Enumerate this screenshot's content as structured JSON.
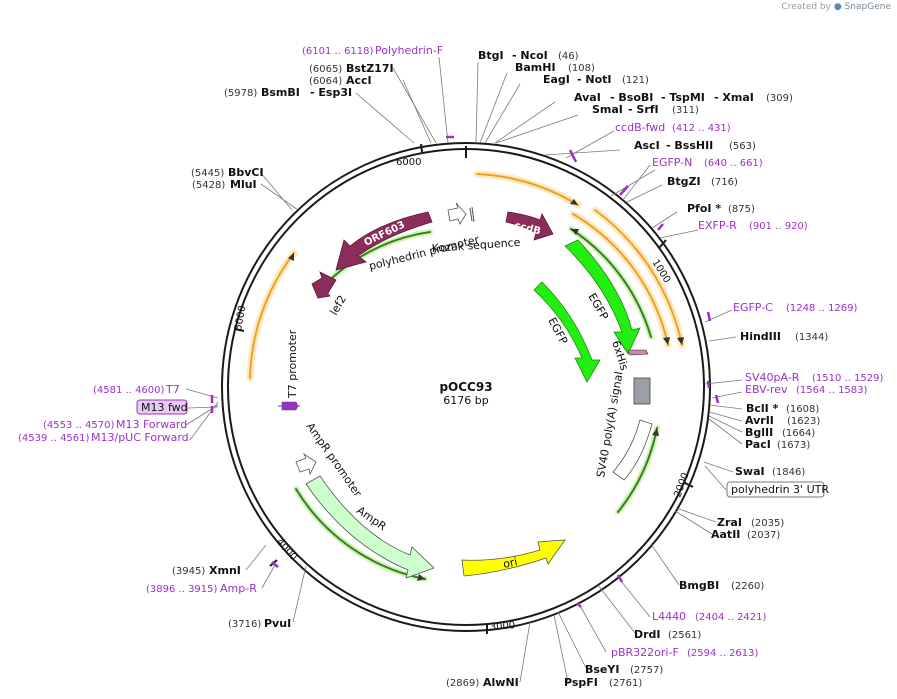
{
  "credit": {
    "prefix": "Created by",
    "brand": "SnapGene"
  },
  "plasmid": {
    "name": "pOCC93",
    "length": "6176 bp"
  },
  "ticks": [
    {
      "label": "1000"
    },
    {
      "label": "2000"
    },
    {
      "label": "3000"
    },
    {
      "label": "4000"
    },
    {
      "label": "5000"
    },
    {
      "label": "6000"
    }
  ],
  "enzymes": [
    {
      "id": "btgi",
      "name": "BtgI",
      "pos": ""
    },
    {
      "id": "ncoi",
      "name": "- NcoI",
      "pos": "(46)"
    },
    {
      "id": "bamhi",
      "name": "BamHI",
      "pos": "(108)"
    },
    {
      "id": "eagi",
      "name": "EagI",
      "pos": ""
    },
    {
      "id": "noti",
      "name": "- NotI",
      "pos": "(121)"
    },
    {
      "id": "avai",
      "name": "AvaI",
      "pos": ""
    },
    {
      "id": "bsobi",
      "name": "- BsoBI",
      "pos": ""
    },
    {
      "id": "tspmi",
      "name": "- TspMI",
      "pos": ""
    },
    {
      "id": "xmai",
      "name": "- XmaI",
      "pos": "(309)"
    },
    {
      "id": "smai",
      "name": "SmaI",
      "pos": ""
    },
    {
      "id": "srfi",
      "name": "- SrfI",
      "pos": "(311)"
    },
    {
      "id": "asci",
      "name": "AscI",
      "pos": ""
    },
    {
      "id": "bsshii",
      "name": "- BssHII",
      "pos": "(563)"
    },
    {
      "id": "btgzi",
      "name": "BtgZI",
      "pos": "(716)"
    },
    {
      "id": "pfoi",
      "name": "PfoI *",
      "pos": "(875)"
    },
    {
      "id": "hindiii",
      "name": "HindIII",
      "pos": "(1344)"
    },
    {
      "id": "bcli",
      "name": "BclI *",
      "pos": "(1608)"
    },
    {
      "id": "avrii",
      "name": "AvrII",
      "pos": "(1623)"
    },
    {
      "id": "bglii",
      "name": "BglII",
      "pos": "(1664)"
    },
    {
      "id": "paci",
      "name": "PacI",
      "pos": "(1673)"
    },
    {
      "id": "swai",
      "name": "SwaI",
      "pos": "(1846)"
    },
    {
      "id": "zrai",
      "name": "ZraI",
      "pos": "(2035)"
    },
    {
      "id": "aatii",
      "name": "AatII",
      "pos": "(2037)"
    },
    {
      "id": "bmgbi",
      "name": "BmgBI",
      "pos": "(2260)"
    },
    {
      "id": "drdi",
      "name": "DrdI",
      "pos": "(2561)"
    },
    {
      "id": "bseyi",
      "name": "BseYI",
      "pos": "(2757)"
    },
    {
      "id": "pspfi",
      "name": "PspFI",
      "pos": "(2761)"
    },
    {
      "id": "alwni",
      "name": "AlwNI",
      "pos": "(2869)"
    },
    {
      "id": "pvui",
      "name": "PvuI",
      "pos": "(3716)"
    },
    {
      "id": "xmni",
      "name": "XmnI",
      "pos": "(3945)"
    },
    {
      "id": "mlui",
      "name": "MluI",
      "pos": "(5428)"
    },
    {
      "id": "bbvci",
      "name": "BbvCI",
      "pos": "(5445)"
    },
    {
      "id": "bsmbi",
      "name": "BsmBI",
      "pos": "(5978)"
    },
    {
      "id": "esp3i",
      "name": "- Esp3I",
      "pos": ""
    },
    {
      "id": "acci",
      "name": "AccI",
      "pos": "(6064)"
    },
    {
      "id": "bstz17i",
      "name": "BstZ17I",
      "pos": "(6065)"
    }
  ],
  "primers": [
    {
      "id": "polyhedrin-f",
      "name": "Polyhedrin-F",
      "pos": "(6101 .. 6118)"
    },
    {
      "id": "ccdb-fwd",
      "name": "ccdB-fwd",
      "pos": "(412 .. 431)"
    },
    {
      "id": "egfp-n",
      "name": "EGFP-N",
      "pos": "(640 .. 661)"
    },
    {
      "id": "exfp-r",
      "name": "EXFP-R",
      "pos": "(901 .. 920)"
    },
    {
      "id": "egfp-c",
      "name": "EGFP-C",
      "pos": "(1248 .. 1269)"
    },
    {
      "id": "sv40pa-r",
      "name": "SV40pA-R",
      "pos": "(1510 .. 1529)"
    },
    {
      "id": "ebv-rev",
      "name": "EBV-rev",
      "pos": "(1564 .. 1583)"
    },
    {
      "id": "l4440",
      "name": "L4440",
      "pos": "(2404 .. 2421)"
    },
    {
      "id": "pbr322ori-f",
      "name": "pBR322ori-F",
      "pos": "(2594 .. 2613)"
    },
    {
      "id": "amp-r",
      "name": "Amp-R",
      "pos": "(3896 .. 3915)"
    },
    {
      "id": "m13-puc-forward",
      "name": "M13/pUC Forward",
      "pos": "(4539 .. 4561)"
    },
    {
      "id": "m13-forward",
      "name": "M13 Forward",
      "pos": "(4553 .. 4570)"
    },
    {
      "id": "m13-fwd",
      "name": "M13 fwd",
      "pos": ""
    },
    {
      "id": "t7",
      "name": "T7",
      "pos": "(4581 .. 4600)"
    }
  ],
  "features": {
    "orf603": "ORF603",
    "polyhedrin_promoter": "polyhedrin promoter",
    "kozak": "Kozak sequence",
    "ccdb": "ccdB",
    "egfp_outer": "EGFP",
    "egfp_inner": "EGFP",
    "his6": "6xHis",
    "sv40_polya": "SV40 poly(A) signal",
    "lef2": "lef2",
    "t7_promoter": "T7 promoter",
    "ampr_promoter": "AmpR promoter",
    "ampr": "AmpR",
    "ori": "ori",
    "utr": "polyhedrin 3' UTR"
  },
  "colors": {
    "orange": "#f0a020",
    "orange_glow": "#fde8c0",
    "green": "#22ee11",
    "green_dark": "#3a7d22",
    "maroon": "#8b2c5a",
    "yellow": "#ffff00",
    "pale_green": "#ccffcc",
    "primer": "#9b30c8",
    "gray_box": "#9a9ea6"
  }
}
